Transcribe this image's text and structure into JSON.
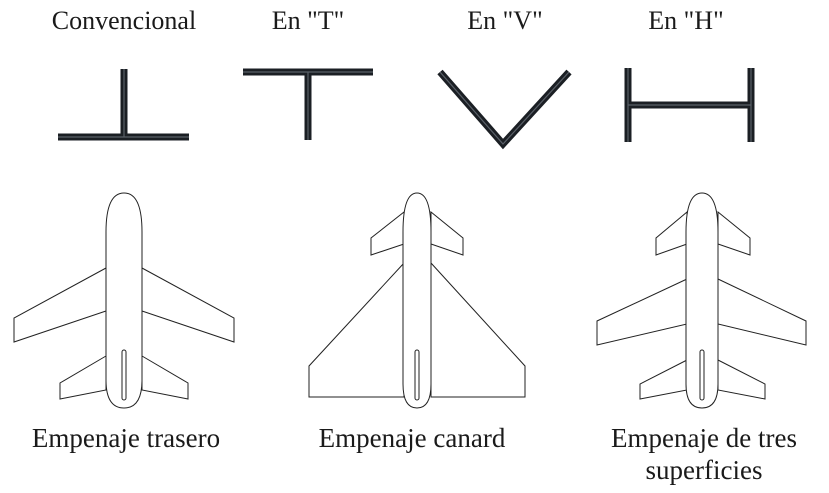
{
  "tail_types": {
    "conventional": "Convencional",
    "t_tail": "En \"T\"",
    "v_tail": "En \"V\"",
    "h_tail": "En \"H\""
  },
  "configurations": {
    "aft_tail": "Empenaje trasero",
    "canard": "Empenaje canard",
    "three_surface_line1": "Empenaje de tres",
    "three_surface_line2": "superficies"
  }
}
